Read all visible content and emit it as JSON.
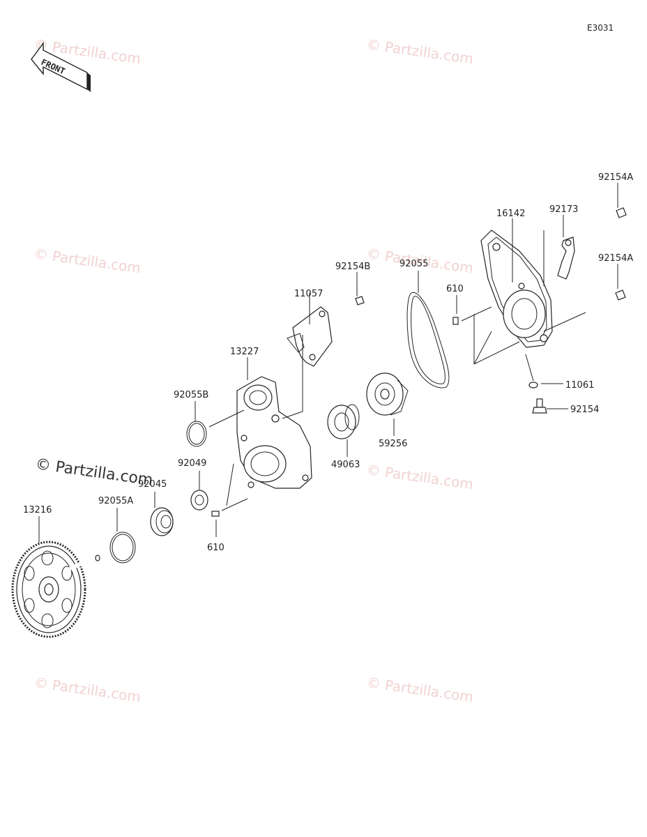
{
  "diagram_code": "E3031",
  "front_label": "FRONT",
  "watermark_text": "© Partzilla.com",
  "watermark_main": "© Partzilla.com",
  "parts": {
    "p92154A_top": "92154A",
    "p16142": "16142",
    "p92173": "92173",
    "p92154A_mid": "92154A",
    "p92055": "92055",
    "p92154B": "92154B",
    "p610_right": "610",
    "p11057": "11057",
    "p13227": "13227",
    "p92055B": "92055B",
    "p11061": "11061",
    "p92154": "92154",
    "p59256": "59256",
    "p49063": "49063",
    "p92049": "92049",
    "p92045": "92045",
    "p92055A": "92055A",
    "p13216": "13216",
    "p610_left": "610"
  }
}
